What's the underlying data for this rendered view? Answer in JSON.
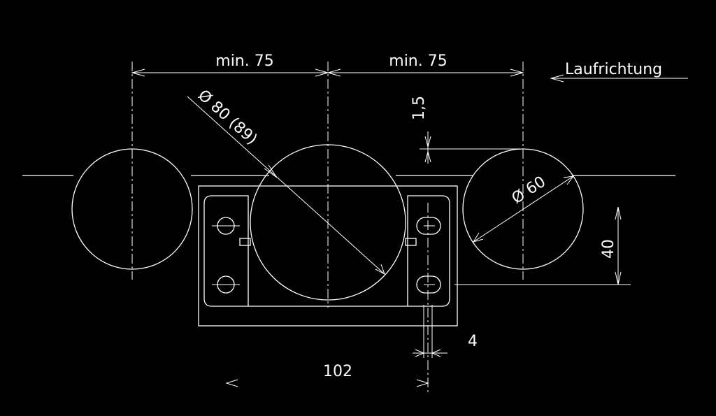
{
  "drawing": {
    "background_color": "#000000",
    "line_color": "#ffffff",
    "labels": {
      "spacing_left": "min. 75",
      "spacing_right": "min. 75",
      "direction": "Laufrichtung",
      "large_diameter": "Ø 80 (89)",
      "small_diameter": "Ø 60",
      "gap": "1,5",
      "height": "40",
      "offset": "4",
      "width": "102"
    }
  }
}
